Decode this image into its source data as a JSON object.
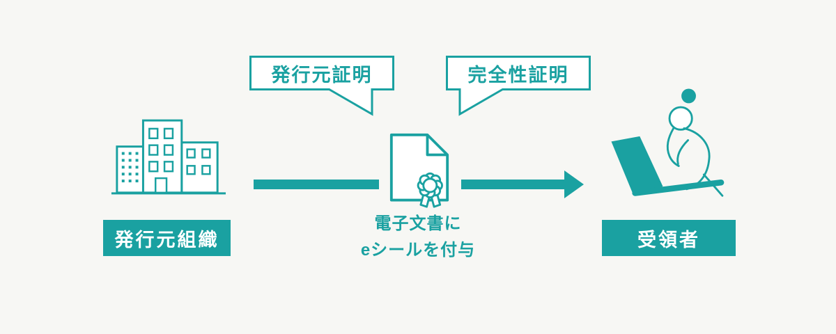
{
  "colors": {
    "accent": "#1aa1a1",
    "background": "#f7f7f4",
    "badge_text": "#ffffff",
    "bubble_background": "#ffffff"
  },
  "bubbles": [
    {
      "label": "発行元証明"
    },
    {
      "label": "完全性証明"
    }
  ],
  "issuer": {
    "label": "発行元組織",
    "icon": "building-icon"
  },
  "document": {
    "caption_line1": "電子文書に",
    "caption_line2": "eシールを付与",
    "icon": "document-seal-icon"
  },
  "recipient": {
    "label": "受領者",
    "icon": "person-laptop-icon"
  },
  "arrows": [
    {
      "name": "issuer-to-document"
    },
    {
      "name": "document-to-recipient"
    }
  ]
}
